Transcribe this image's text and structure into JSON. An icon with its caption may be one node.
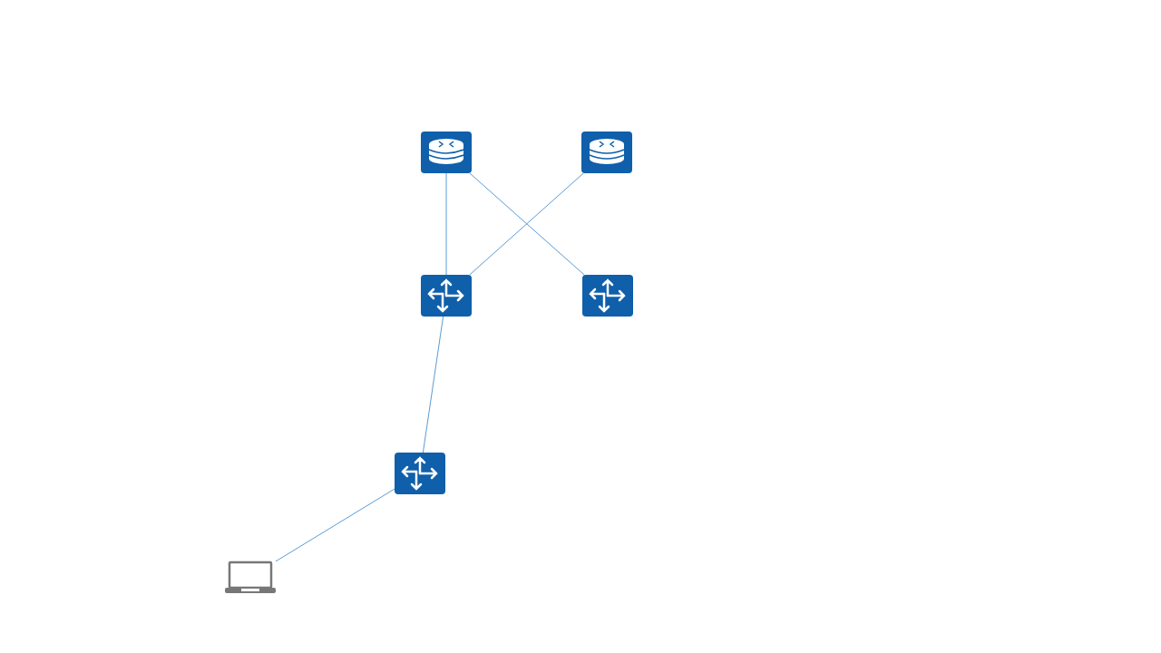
{
  "diagram": {
    "nodes": [
      {
        "text": [],
        "shape": "router"
      },
      {
        "text": [],
        "shape": "router"
      },
      {
        "text": [],
        "shape": "switch"
      },
      {
        "text": [],
        "shape": "switch"
      },
      {
        "text": [],
        "shape": "switch"
      },
      {
        "text": [],
        "shape": "laptop"
      }
    ],
    "edges": [
      {
        "from": 0,
        "to": 2,
        "arrow": "none"
      },
      {
        "from": 0,
        "to": 3,
        "arrow": "none"
      },
      {
        "from": 1,
        "to": 2,
        "arrow": "none"
      },
      {
        "from": 2,
        "to": 4,
        "arrow": "none"
      },
      {
        "from": 4,
        "to": 5,
        "arrow": "none"
      }
    ]
  }
}
